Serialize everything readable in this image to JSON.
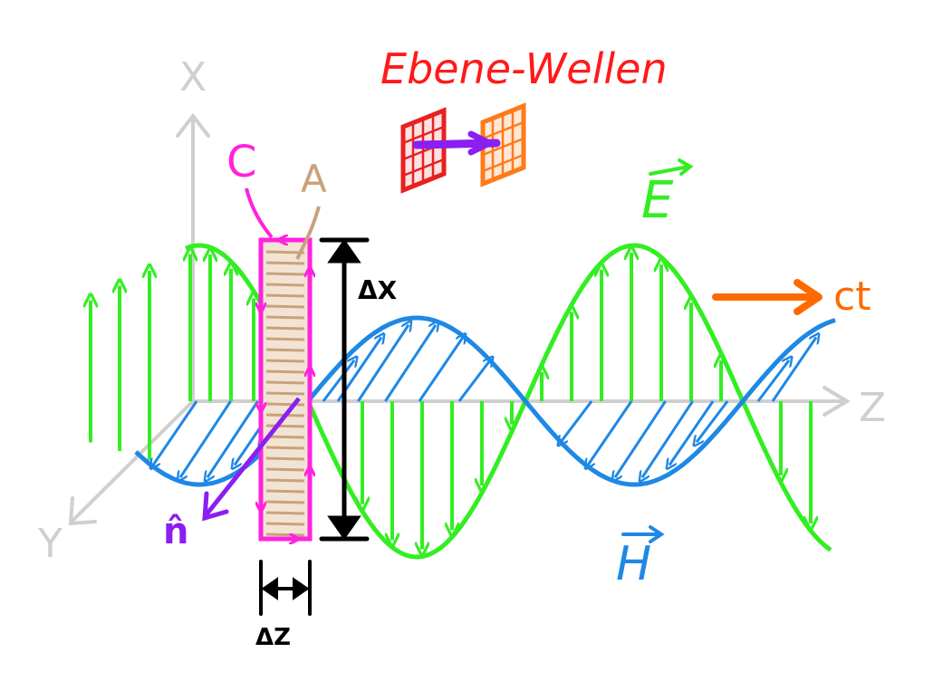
{
  "title": {
    "text": "Ebene-Wellen",
    "color": "#ff1a1a"
  },
  "axes": {
    "x_label": "X",
    "y_label": "Y",
    "z_label": "Z",
    "color": "#cfcfcf"
  },
  "field_labels": {
    "E": {
      "text": "E",
      "color": "#33ee22",
      "vector_arrow": true
    },
    "H": {
      "text": "H",
      "color": "#1e88e5",
      "vector_arrow": true
    }
  },
  "propagation": {
    "label": "ct",
    "color": "#ff6a00"
  },
  "contour": {
    "label": "C",
    "color": "#ff22dd"
  },
  "area": {
    "label": "A",
    "color": "#c9a27a"
  },
  "normal": {
    "label": "n̂",
    "color": "#8a1ff0"
  },
  "dimensions": {
    "height_label": "ΔX",
    "width_label": "ΔZ",
    "color": "#000000"
  },
  "icon": {
    "name": "wavefront-planes-icon",
    "colors": [
      "#e82020",
      "#ff7a1a",
      "#8a1ff0"
    ]
  }
}
